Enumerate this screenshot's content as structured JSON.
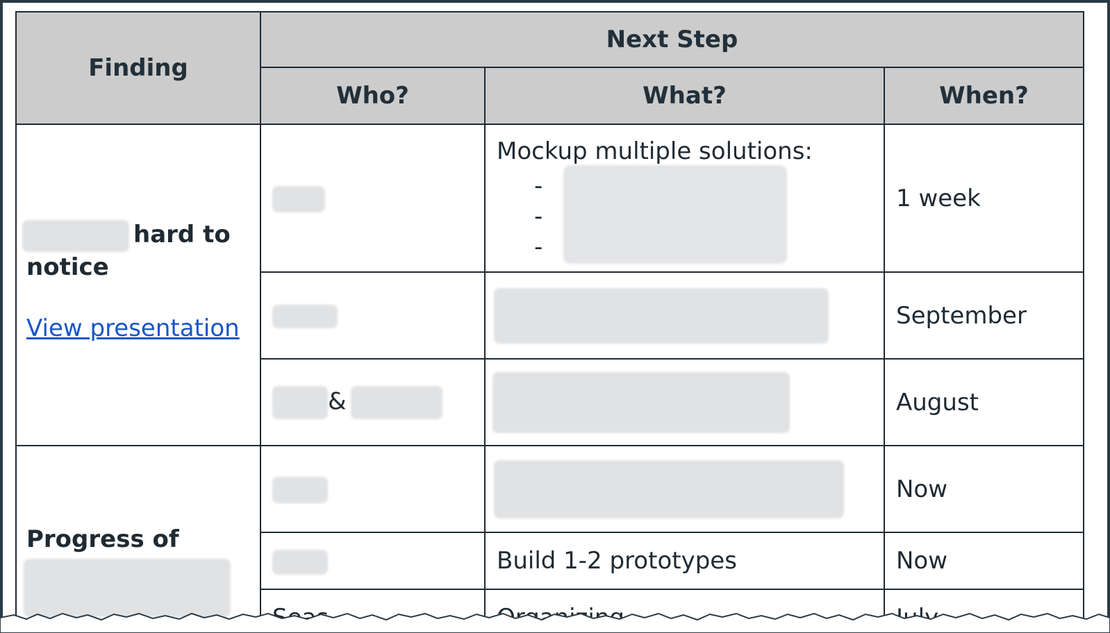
{
  "table": {
    "headers": {
      "finding": "Finding",
      "next_step": "Next Step",
      "who": "Who?",
      "what": "What?",
      "when": "When?"
    },
    "groups": [
      {
        "finding_text": "hard to notice",
        "link_text": "View presentation",
        "rows": [
          {
            "what_title": "Mockup multiple solutions:",
            "bullets": [
              "-",
              "-",
              "-"
            ],
            "when": "1 week"
          },
          {
            "when": "September"
          },
          {
            "who_sep": "&",
            "when": "August"
          }
        ]
      },
      {
        "finding_text": "Progress of",
        "rows": [
          {
            "when": "Now"
          },
          {
            "what": "Build 1-2 prototypes",
            "when": "Now"
          },
          {
            "who": "Seas",
            "what": "Organizing ",
            "when": "July"
          }
        ]
      }
    ]
  },
  "colors": {
    "header_bg": "#cccccc",
    "border": "#1f2a33",
    "link": "#1a55c7",
    "redaction": "#e1e2e4"
  }
}
